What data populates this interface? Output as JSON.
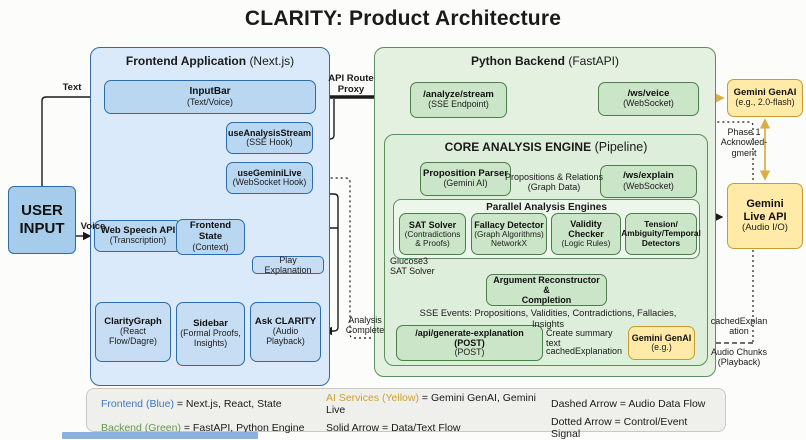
{
  "title": "CLARITY: Product Architecture",
  "colors": {
    "frontend_blue": "#3f76bf",
    "backend_green": "#64984f",
    "ai_yellow": "#cda12f",
    "blue_box_fill": "#b9d7f1",
    "blue_container_fill": "#daeafa",
    "blue_border": "#2e6ca8",
    "green_box_fill": "#cbe5c8",
    "green_container_fill": "#e4f1e1",
    "green_border": "#5d8f5a",
    "yellow_fill": "#ffeaa7",
    "yellow_border": "#c99b30",
    "arrow_black": "#1a1a1a",
    "arrow_yellow": "#d9ae45"
  },
  "nodes": {
    "user_input": {
      "title": "USER\nINPUT"
    },
    "frontend": {
      "name": "Frontend Application",
      "tech": "(Next.js)"
    },
    "input_bar": {
      "title": "InputBar",
      "sub": "(Text/Voice)"
    },
    "use_analysis_stream": {
      "title": "useAnalysisStream",
      "sub": "(SSE Hook)"
    },
    "use_gemini_live": {
      "title": "useGeminiLive",
      "sub": "(WebSocket Hook)"
    },
    "web_speech": {
      "title": "Web Speech API",
      "sub": "(Transcription)"
    },
    "frontend_state": {
      "title": "Frontend State",
      "sub": "(Context)"
    },
    "play_explanation": {
      "title": "Play Explanation"
    },
    "clarity_graph": {
      "title": "ClarityGraph",
      "sub": "(React Flow/Dagre)"
    },
    "sidebar": {
      "title": "Sidebar",
      "sub": "(Formal Proofs,\nInsights)"
    },
    "ask_clarity": {
      "title": "Ask CLARITY",
      "sub": "(Audio Playback)"
    },
    "backend": {
      "name": "Python Backend",
      "tech": "(FastAPI)"
    },
    "analyze_stream": {
      "title": "/analyze/stream",
      "sub": "(SSE Endpoint)"
    },
    "ws_voice": {
      "title": "/ws/veice",
      "sub": "(WebSocket)"
    },
    "core": {
      "name": "CORE ANALYSIS ENGINE",
      "tech": "(Pipeline)"
    },
    "proposition_parser": {
      "title": "Proposition Parser",
      "sub": "(Gemini AI)"
    },
    "ws_explain": {
      "title": "/ws/explain",
      "sub": "(WebSocket)"
    },
    "parallel": {
      "name": "Parallel Analysis Engines"
    },
    "sat_solver": {
      "title": "SAT Solver",
      "sub": "(Contradictions\n& Proofs)"
    },
    "fallacy_detector": {
      "title": "Fallacy Detector",
      "sub": "(Graph Algorithms)\nNetworkX"
    },
    "validity_checker": {
      "title": "Validity Checker",
      "sub": "(Logic Rules)"
    },
    "tension_detectors": {
      "title": "Tension/\nAmbiguity/Temporal\nDetectors"
    },
    "argument_reconstructor": {
      "title": "Argument Reconstructor &\nCompletion"
    },
    "api_generate": {
      "title": "/api/generate-explanation (POST)",
      "sub": "(POST)"
    },
    "gemini_genai_small": {
      "title": "Gemini GenAI",
      "sub": "(e.g.)"
    },
    "gemini_genai_flash": {
      "title": "Gemini GenAI",
      "sub": "(e.g., 2.0-flash)"
    },
    "gemini_live_api": {
      "title": "Gemini\nLive API",
      "sub": "(Audio I/O)"
    }
  },
  "edge_labels": {
    "text": "Text",
    "voice": "Voice",
    "api_route_proxy": "API Route\nProxy",
    "analysis_complete": "Analysis\nComplete",
    "propositions_relations": "Propositions & Relations\n(Graph Data)",
    "glucose": "Glucose3\nSAT Solver",
    "sse_events": "SSE Events: Propositions, Validities, Contradictions, Fallacies, Insights",
    "create_summary": "Create summary text",
    "cached_explanation": "cachedExplanation",
    "phase1": "Phase 1\nAcknowled-\ngment",
    "cached_explanation_wrap": "cachedExplan\nation",
    "audio_chunks": "Audio Chunks\n(Playback)"
  },
  "legend": {
    "items": [
      {
        "colored": "Frontend (Blue)",
        "rest": " = Next.js, React, State"
      },
      {
        "colored": "Backend (Green)",
        "rest": " = FastAPI, Python Engine"
      },
      {
        "colored": "AI Services (Yellow)",
        "rest": " = Gemini GenAI, Gemini Live"
      },
      {
        "colored": "Solid Arrow",
        "rest": " = Data/Text Flow"
      },
      {
        "colored": "Dashed Arrow",
        "rest": " = Audio Data Flow"
      },
      {
        "colored": "Dotted Arrow",
        "rest": " = Control/Event Signal"
      }
    ]
  }
}
